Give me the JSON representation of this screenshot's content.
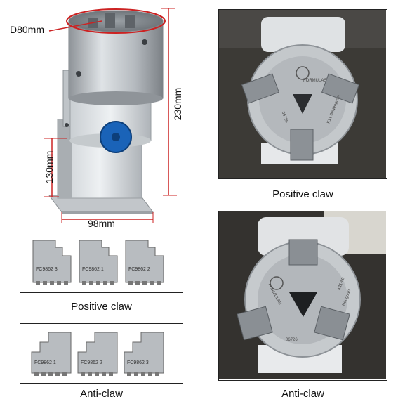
{
  "dimensions": {
    "diameter": "D80mm",
    "height_total": "230mm",
    "height_axis": "130mm",
    "base_width": "98mm"
  },
  "captions": {
    "top_right": "Positive claw",
    "mid_left": "Positive claw",
    "bottom_left": "Anti-claw",
    "bottom_right": "Anti-claw"
  },
  "jaw_marks": {
    "positive": [
      "FC9862 3",
      "FC9862 1",
      "FC9862 2"
    ],
    "anti": [
      "FC9862 1",
      "FC9862 2",
      "FC9862 3"
    ]
  },
  "chuck_texts": {
    "top": [
      "FORMULAS",
      "K11-80",
      "Nenguan",
      "06726"
    ],
    "bottom": [
      "FORMULAS",
      "K11-80",
      "Nenguan",
      "06726"
    ]
  },
  "colors": {
    "dimension_line": "#cc2222",
    "dial_blue": "#1a63b8",
    "metal": "#b7bcc1",
    "frame": "#222222"
  }
}
